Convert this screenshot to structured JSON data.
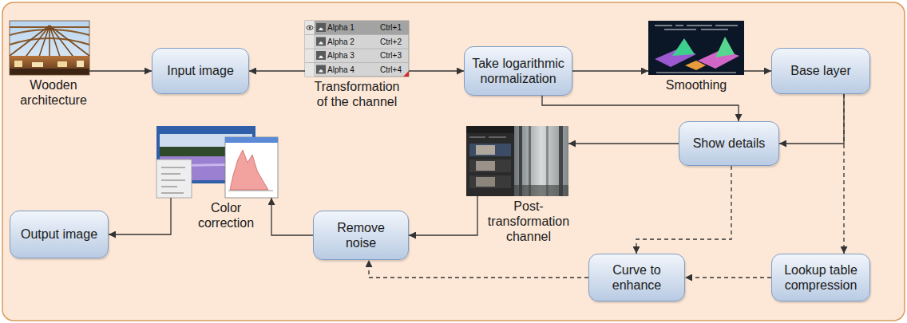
{
  "diagram": {
    "nodes": [
      {
        "text": [
          "Wooden architecture"
        ]
      },
      {
        "text": [
          "Input image"
        ]
      },
      {
        "text": [
          "Transformation of the channel"
        ]
      },
      {
        "text": [
          "Take logarithmic normalization"
        ]
      },
      {
        "text": [
          "Smoothing"
        ]
      },
      {
        "text": [
          "Base layer"
        ]
      },
      {
        "text": [
          "Color correction"
        ]
      },
      {
        "text": [
          "Post-transformation channel"
        ]
      },
      {
        "text": [
          "Show details"
        ]
      },
      {
        "text": [
          "Output image"
        ]
      },
      {
        "text": [
          "Remove noise"
        ]
      },
      {
        "text": [
          "Curve to enhance"
        ]
      },
      {
        "text": [
          "Lookup table compression"
        ]
      }
    ],
    "edges": [
      {
        "from": 0,
        "to": 1,
        "arrow": "to"
      },
      {
        "from": 2,
        "to": 1,
        "arrow": "to"
      },
      {
        "from": 2,
        "to": 3,
        "arrow": "to"
      },
      {
        "from": 3,
        "to": 4,
        "arrow": "to"
      },
      {
        "from": 4,
        "to": 5,
        "arrow": "to"
      },
      {
        "from": 3,
        "to": 8,
        "arrow": "to"
      },
      {
        "from": 5,
        "to": 8,
        "arrow": "to"
      },
      {
        "from": 8,
        "to": 7,
        "arrow": "to"
      },
      {
        "from": 7,
        "to": 10,
        "arrow": "to"
      },
      {
        "from": 10,
        "to": 6,
        "arrow": "to"
      },
      {
        "from": 6,
        "to": 9,
        "arrow": "to"
      },
      {
        "from": 8,
        "to": 11,
        "arrow": "to"
      },
      {
        "from": 5,
        "to": 12,
        "arrow": "to"
      },
      {
        "from": 12,
        "to": 11,
        "arrow": "to"
      },
      {
        "from": 11,
        "to": 10,
        "arrow": "to"
      }
    ],
    "labels": [
      "Alpha 1",
      "Ctrl+1",
      "Alpha 2",
      "Ctrl+2",
      "Alpha 3",
      "Ctrl+3",
      "Alpha 4",
      "Ctrl+4"
    ]
  }
}
